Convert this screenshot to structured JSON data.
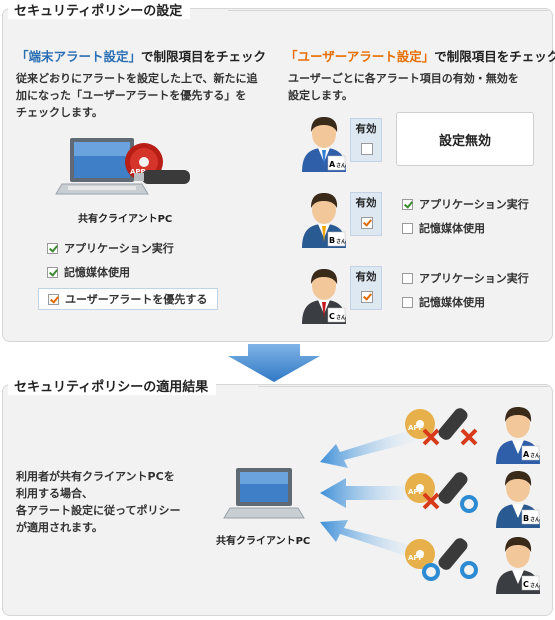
{
  "policy_section": {
    "title": "セキュリティポリシーの設定",
    "terminal": {
      "heading_quoted": "「端末アラート設定」",
      "heading_rest": "で制限項目をチェック",
      "description": [
        "従来どおりにアラートを設定した上で、新たに追",
        "加になった「ユーザーアラートを優先する」を",
        "チェックします。"
      ],
      "pc_caption": "共有クライアントPC",
      "pc_badge": "APP",
      "checks": [
        {
          "label": "アプリケーション実行",
          "checked": true
        },
        {
          "label": "記憶媒体使用",
          "checked": true
        }
      ],
      "priority_label": "ユーザーアラートを優先する",
      "priority_checked": true
    },
    "user": {
      "heading_quoted": "「ユーザーアラート設定」",
      "heading_rest": "で制限項目をチェック",
      "description": [
        "ユーザーごとに各アラート項目の有効・無効を",
        "設定します。"
      ],
      "enabled_label": "有効",
      "disabled_text": "設定無効",
      "users": [
        {
          "badge": "A",
          "san": "さん",
          "enabled": false
        },
        {
          "badge": "B",
          "san": "さん",
          "enabled": true,
          "checks": [
            {
              "label": "アプリケーション実行",
              "checked": true
            },
            {
              "label": "記憶媒体使用",
              "checked": false
            }
          ]
        },
        {
          "badge": "C",
          "san": "さん",
          "enabled": true,
          "checks": [
            {
              "label": "アプリケーション実行",
              "checked": false
            },
            {
              "label": "記憶媒体使用",
              "checked": false
            }
          ]
        }
      ]
    }
  },
  "result_section": {
    "title": "セキュリティポリシーの適用結果",
    "description": [
      "利用者が共有クライアントPCを",
      "利用する場合、",
      "各アラート設定に従ってポリシー",
      "が適用されます。"
    ],
    "pc_caption": "共有クライアントPC",
    "rows": [
      {
        "user": "A",
        "san": "さん",
        "app": "blocked",
        "media": "blocked"
      },
      {
        "user": "B",
        "san": "さん",
        "app": "blocked",
        "media": "allowed"
      },
      {
        "user": "C",
        "san": "さん",
        "app": "allowed",
        "media": "allowed"
      }
    ],
    "app_badge": "APP"
  },
  "colors": {
    "accent_blue": "#2a6fb3",
    "accent_orange": "#e66e00",
    "arrow_blue": "#3d8fd8",
    "block_red": "#d83b1a",
    "allow_blue": "#2d8bd3",
    "panel_bg": "#f2f2f2"
  }
}
